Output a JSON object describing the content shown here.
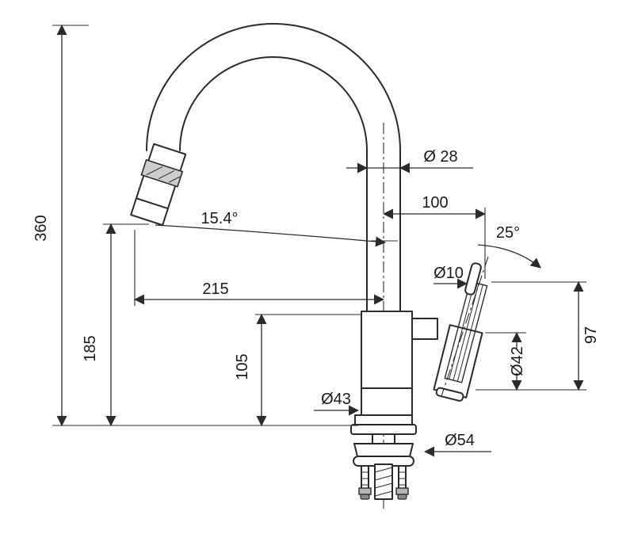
{
  "diagram": {
    "type": "technical-drawing",
    "subject": "kitchen-faucet-with-pull-out-spray-dimension-drawing",
    "units": "mm",
    "labels": {
      "total_height": "360",
      "spout_height": "185",
      "spout_reach": "215",
      "body_height": "105",
      "spout_angle": "15.4°",
      "spout_tube_diameter": "Ø 28",
      "handle_offset": "100",
      "handle_swing_angle": "25°",
      "lever_diameter": "Ø10",
      "handle_height": "97",
      "handle_diameter": "Ø42",
      "body_diameter": "Ø43",
      "base_diameter": "Ø54"
    },
    "colors": {
      "line": "#2b2b2b",
      "text": "#1a1a1a",
      "background": "#ffffff"
    }
  }
}
